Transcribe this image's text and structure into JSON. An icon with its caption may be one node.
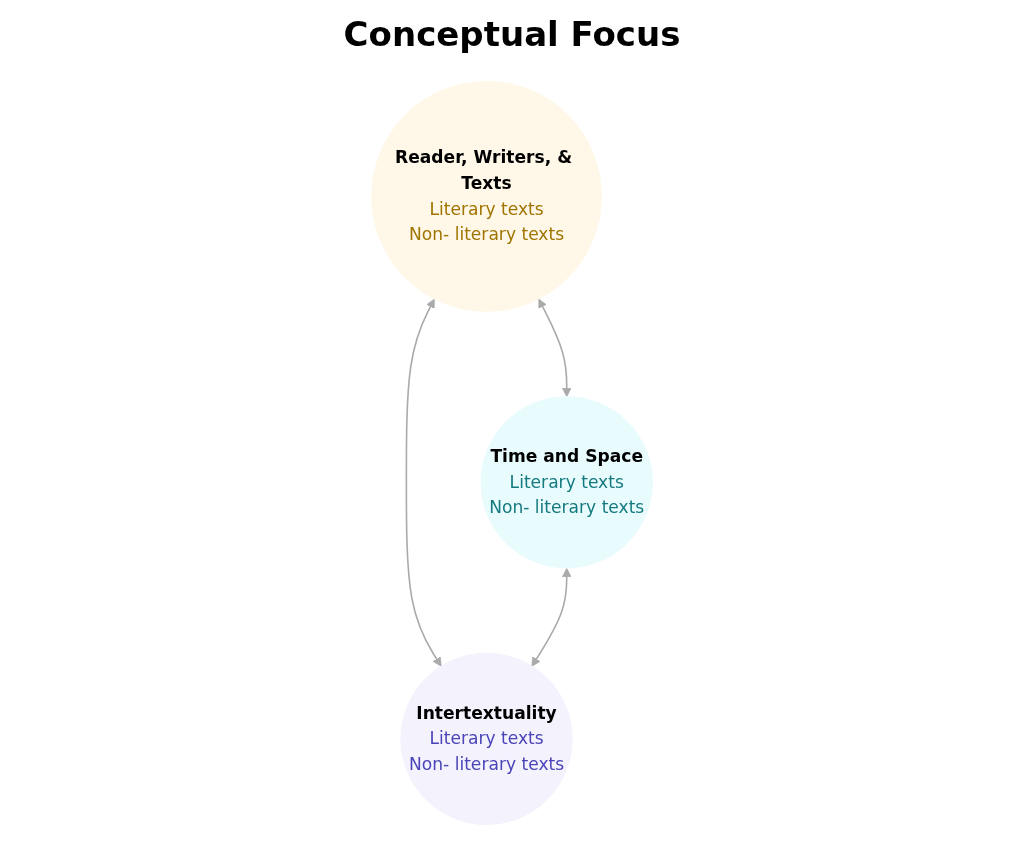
{
  "diagram": {
    "nodes": [
      {
        "text": [
          "Reader, Writers, & Texts",
          "Literary texts",
          "Non- literary texts"
        ]
      },
      {
        "text": [
          "Time and Space",
          "Literary texts",
          "Non- literary texts"
        ]
      },
      {
        "text": [
          "Intertextuality",
          "Literary texts",
          "Non- literary texts"
        ]
      }
    ],
    "edges": [
      {
        "from": 0,
        "to": 1,
        "arrow": "both"
      },
      {
        "from": 0,
        "to": 2,
        "arrow": "both"
      },
      {
        "from": 1,
        "to": 2,
        "arrow": "both"
      }
    ],
    "labels": [
      "Conceptual Focus"
    ]
  }
}
